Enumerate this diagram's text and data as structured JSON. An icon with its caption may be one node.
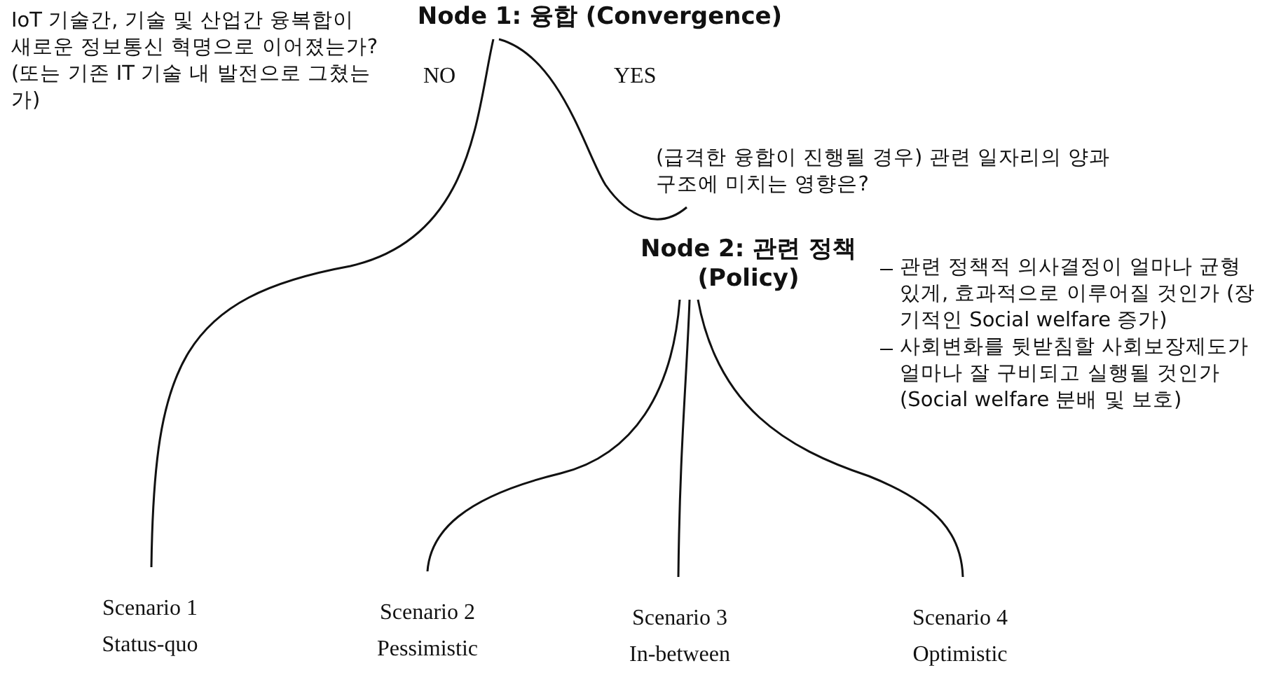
{
  "diagram": {
    "nodes": [
      {
        "text": [
          "Node 1: 융합 (Convergence)"
        ],
        "beside": [
          "IoT 기술간, 기술 및 산업간 융복합이 새로운 정보통신 혁명으로 이어졌는가? (또는 기존 IT 기술 내 발전으로 그쳤는가)"
        ]
      },
      {
        "text": [
          "Node 2: 관련 정책 (Policy)"
        ],
        "beside": [
          "관련 정책적 의사결정이 얼마나 균형 있게, 효과적으로 이루어질 것인가 (장기적인 Social welfare 증가)",
          "사회변화를 뒷받침할 사회보장제도가 얼마나 잘 구비되고 실행될 것인가 (Social welfare 분배 및 보호)"
        ]
      },
      {
        "text": [
          "Scenario 1",
          "Status-quo"
        ]
      },
      {
        "text": [
          "Scenario 2",
          "Pessimistic"
        ]
      },
      {
        "text": [
          "Scenario 3",
          "In-between"
        ]
      },
      {
        "text": [
          "Scenario 4",
          "Optimistic"
        ]
      }
    ],
    "edges": [
      {
        "from": 0,
        "to": 2,
        "arrow": "none",
        "label": "NO"
      },
      {
        "from": 0,
        "to": 1,
        "arrow": "none",
        "label": "YES"
      },
      {
        "from": 1,
        "to": 3,
        "arrow": "none"
      },
      {
        "from": 1,
        "to": 4,
        "arrow": "none"
      },
      {
        "from": 1,
        "to": 5,
        "arrow": "none"
      }
    ],
    "labels": [
      "(급격한 융합이 진행될 경우) 관련 일자리의 양과 구조에 미치는 영향은?"
    ]
  }
}
